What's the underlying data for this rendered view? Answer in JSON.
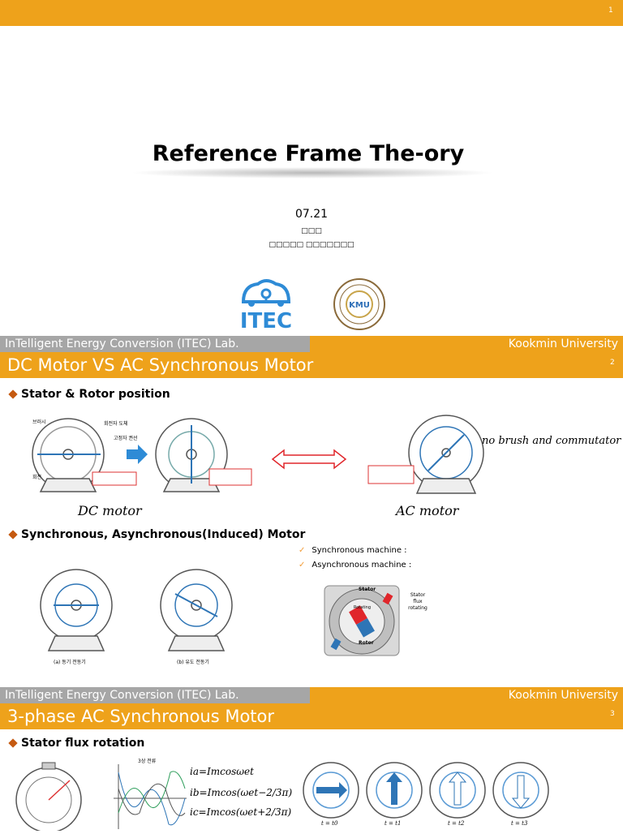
{
  "slide1": {
    "page_number": "1",
    "title": "Reference Frame The-ory",
    "date": "07.21",
    "presenter": "□□□",
    "affiliation": "□□□□□ □□□□□□□",
    "itec_logo_text": "ITEC",
    "kmu_logo_text": "KMU"
  },
  "footer": {
    "lab": "InTelligent Energy Conversion (ITEC) Lab.",
    "university": "Kookmin University"
  },
  "slide2": {
    "page_number": "2",
    "title": "DC Motor VS AC Synchronous Motor",
    "bullet1": "Stator & Rotor position",
    "dc_caption": "DC motor",
    "ac_caption": "AC motor",
    "ac_note": "no brush and commutator",
    "bullet2": "Synchronous, Asynchronous(Induced) Motor",
    "sub_bullets": [
      "Synchronous machine :",
      "Asynchronous machine :"
    ],
    "stator_label": "Stator",
    "rotor_label": "Rotor",
    "rotating_label": "Rotating",
    "flux_label": "Stator flux rotating",
    "dc_labels": {
      "brush": "브러시",
      "comm": "회전자 도체",
      "stator": "고정자 권선",
      "rot": "회전"
    },
    "sync_labels": {
      "a": "(a) 동기 전동기",
      "b": "(b) 유도 전동기"
    }
  },
  "slide3": {
    "page_number": "3",
    "title": "3-phase AC Synchronous Motor",
    "bullet1": "Stator flux rotation",
    "eq_a": "ia=Imcosωet",
    "eq_b": "ib=Imcos(ωet−2/3π)",
    "eq_c": "ic=Imcos(ωet+2/3π)",
    "times": [
      "t = t0",
      "t = t1",
      "t = t2",
      "t = t3"
    ],
    "wave_title": "3상 전류"
  }
}
